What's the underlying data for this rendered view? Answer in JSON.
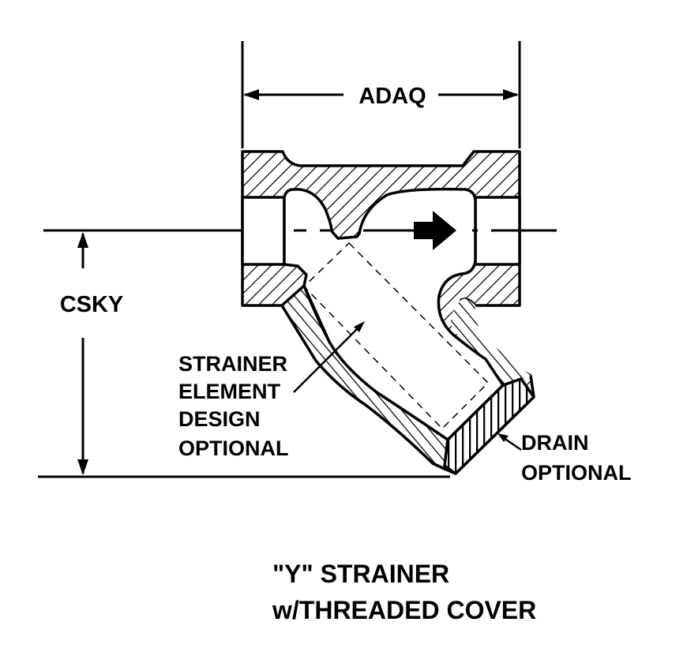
{
  "dimensions": {
    "width_label": "ADAQ",
    "height_label": "CSKY"
  },
  "callouts": {
    "strainer_element": [
      "STRAINER",
      "ELEMENT",
      "DESIGN",
      "OPTIONAL"
    ],
    "drain": [
      "DRAIN",
      "OPTIONAL"
    ]
  },
  "title": {
    "line1": "\"Y\" STRAINER",
    "line2": "w/THREADED COVER"
  },
  "colors": {
    "ink": "#000000",
    "paper": "#ffffff"
  }
}
